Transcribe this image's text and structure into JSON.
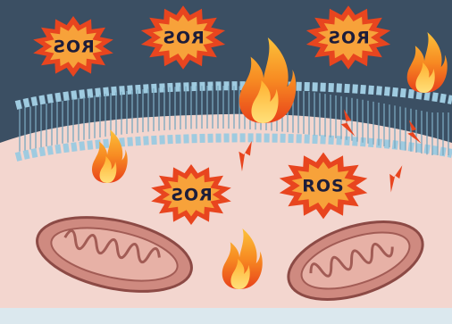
{
  "scene": {
    "ros_labels": [
      {
        "text": "ROS",
        "mirrored": true
      },
      {
        "text": "ROS",
        "mirrored": true
      },
      {
        "text": "ROS",
        "mirrored": true
      },
      {
        "text": "ROS",
        "mirrored": true
      },
      {
        "text": "ROS",
        "mirrored": false
      }
    ],
    "colors": {
      "background": "#3b4f63",
      "cytoplasm": "#f3d6cf",
      "membrane_head": "#9fcbe0",
      "burst_outer": "#e8451f",
      "burst_inner": "#f7a23a",
      "mitochondria": "#c77a70",
      "flame_outer": "#f06a1c",
      "flame_inner": "#ffd34d"
    }
  }
}
